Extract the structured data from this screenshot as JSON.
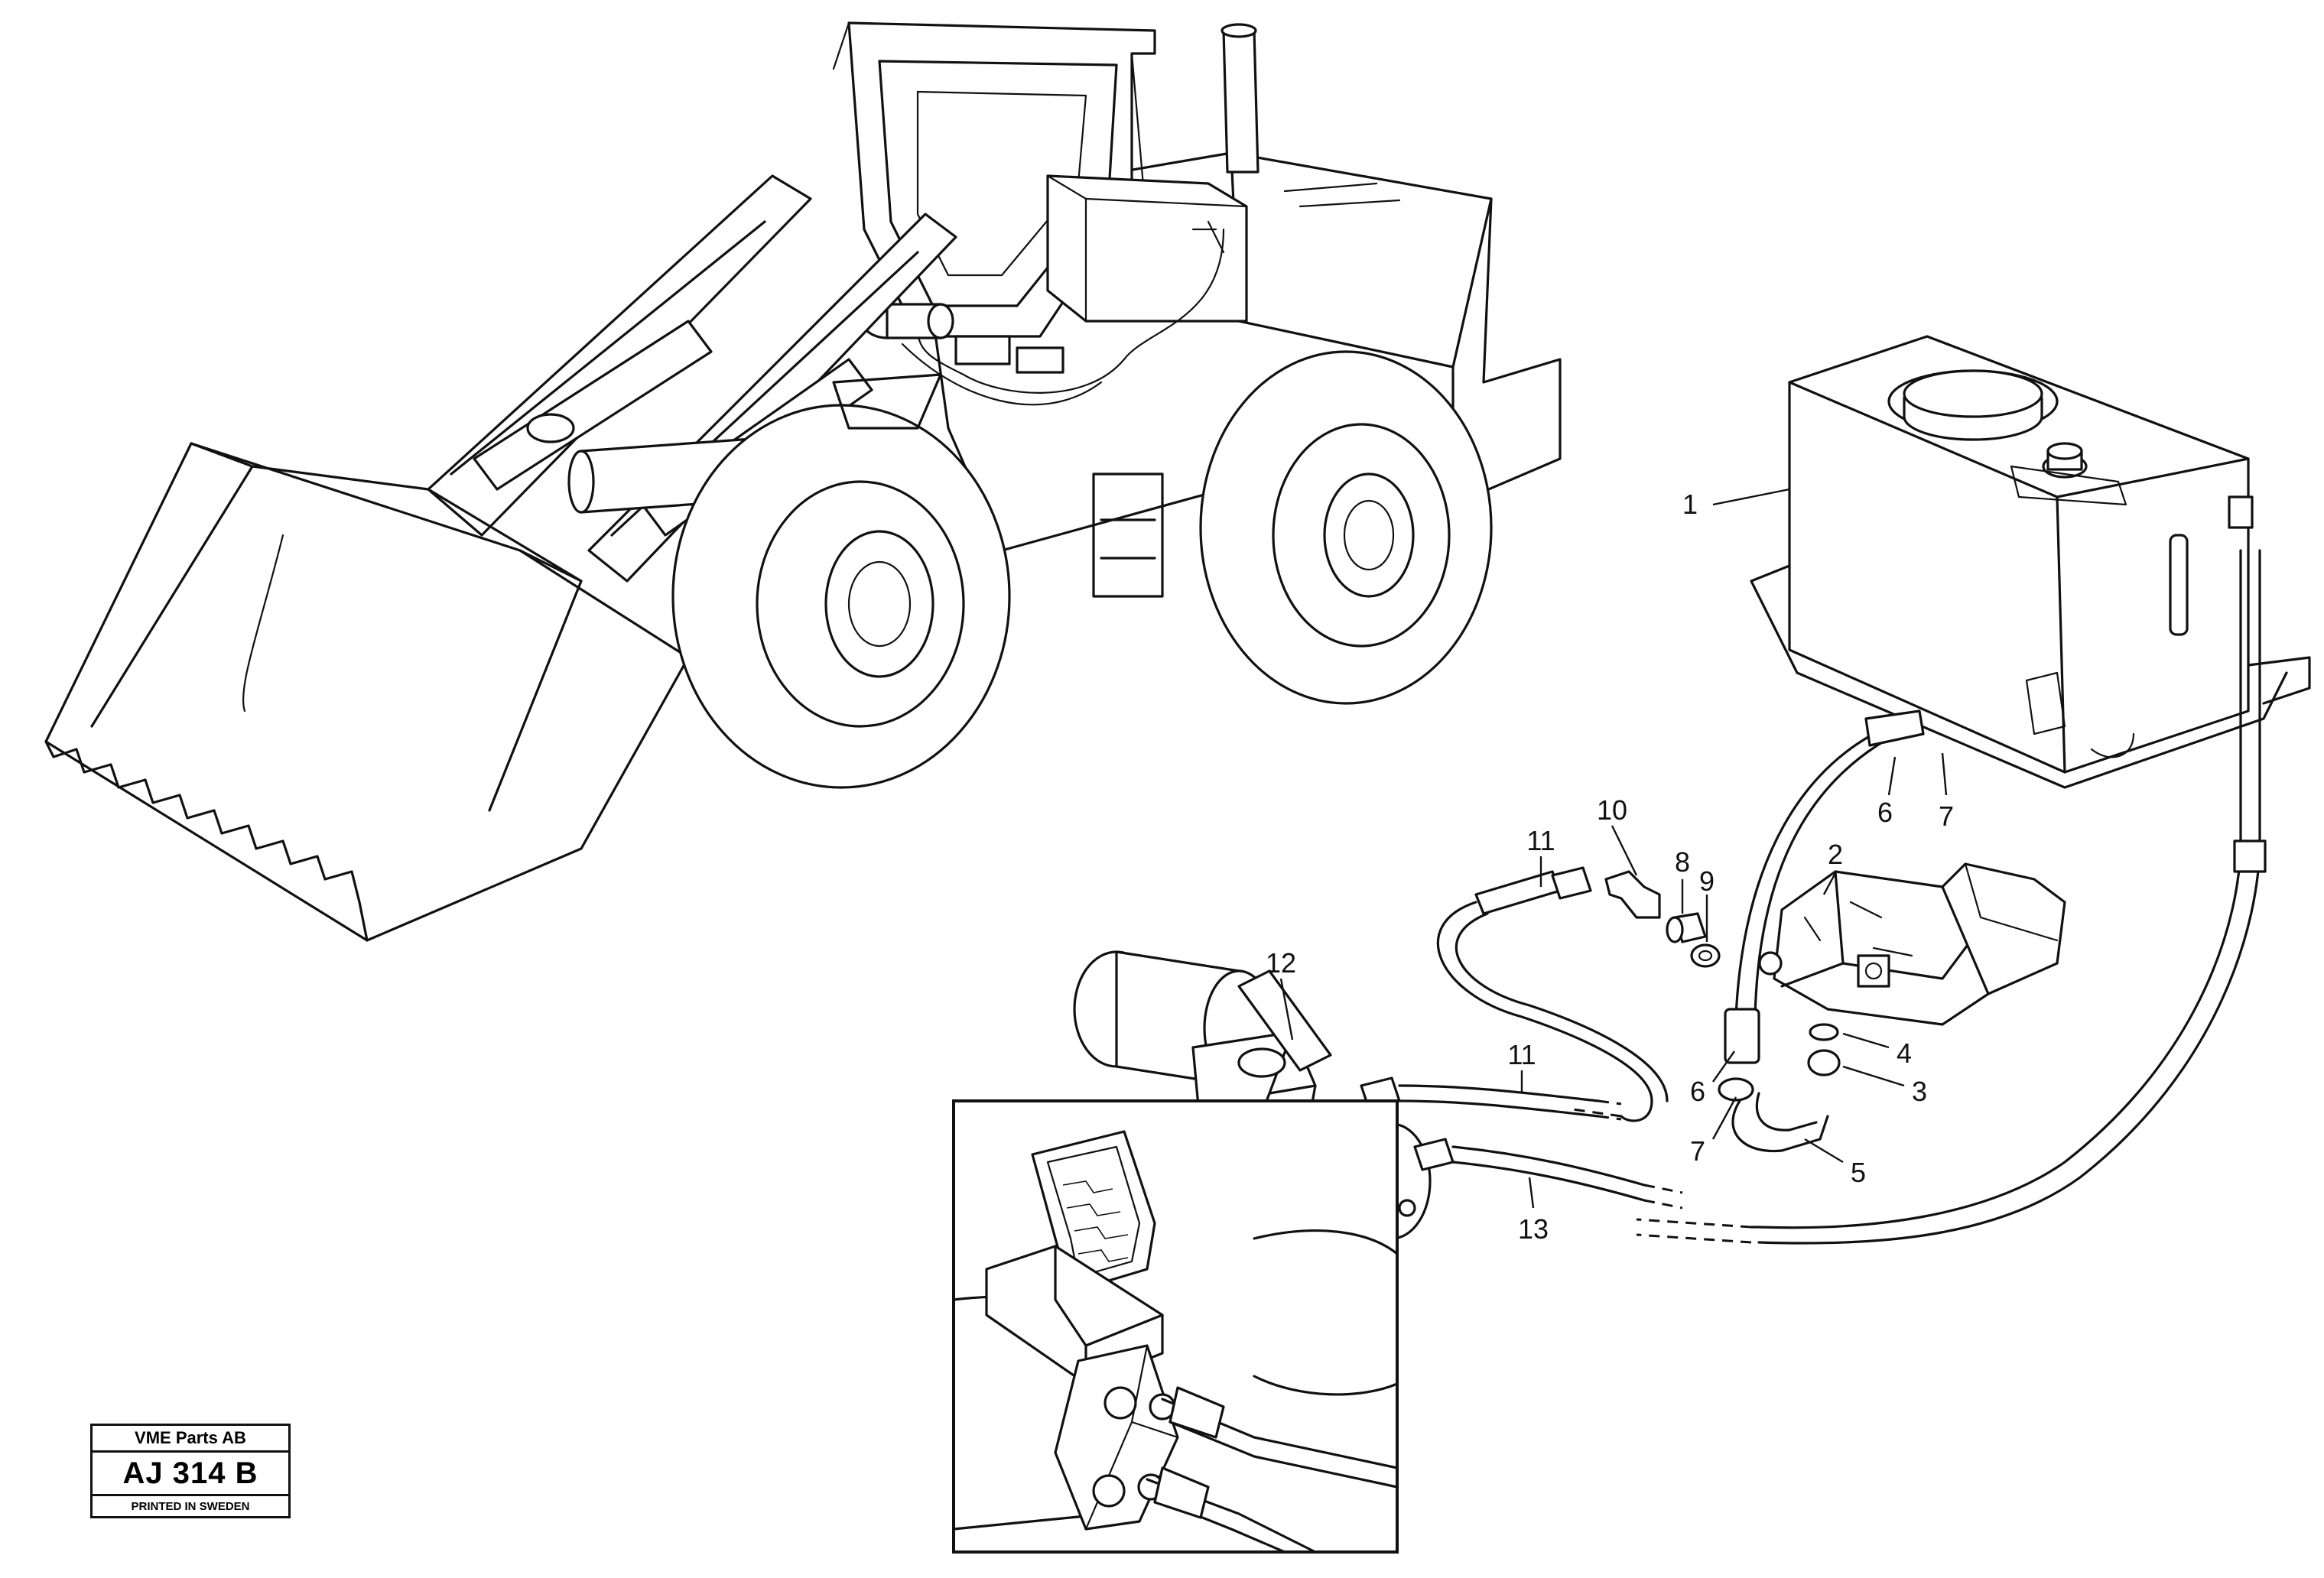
{
  "callouts": {
    "c1": "1",
    "c2": "2",
    "c3": "3",
    "c4": "4",
    "c5": "5",
    "c6_upper": "6",
    "c6_lower": "6",
    "c7_upper": "7",
    "c7_lower": "7",
    "c8": "8",
    "c9": "9",
    "c10": "10",
    "c11_upper": "11",
    "c11_lower": "11",
    "c12": "12",
    "c13": "13"
  },
  "label_box": {
    "company": "VME Parts AB",
    "code": "AJ 314 B",
    "printed": "PRINTED IN SWEDEN"
  },
  "icons": {
    "loader": "wheel-loader-illustration",
    "tank": "hydraulic-tank-illustration",
    "pump": "pump-illustration",
    "valve": "brake-valve-illustration",
    "detail": "pedal-detail-inset"
  }
}
